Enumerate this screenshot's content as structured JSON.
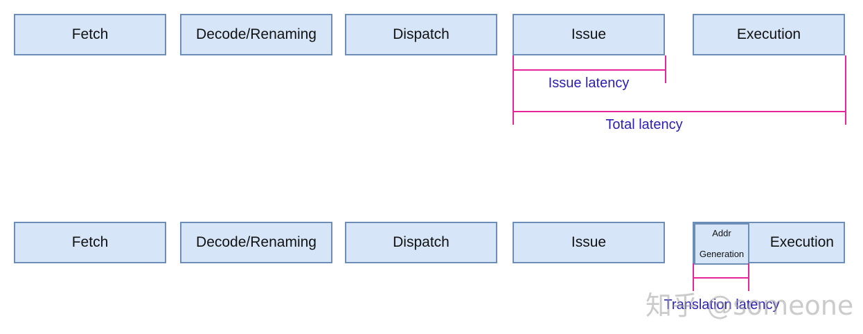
{
  "row1": {
    "stages": [
      "Fetch",
      "Decode/Renaming",
      "Dispatch",
      "Issue",
      "Execution"
    ],
    "issue_latency": "Issue latency",
    "total_latency": "Total latency"
  },
  "row2": {
    "stages": [
      "Fetch",
      "Decode/Renaming",
      "Dispatch",
      "Issue",
      "Execution"
    ],
    "addr_generation": [
      "Addr",
      "Generation"
    ],
    "translation_latency": "Translation latency"
  },
  "watermark": "知乎 @someone",
  "colors": {
    "stage_fill": "#d6e6f8",
    "stage_border": "#6c8eb6",
    "bracket": "#e6259a",
    "label": "#2a1fb0"
  }
}
